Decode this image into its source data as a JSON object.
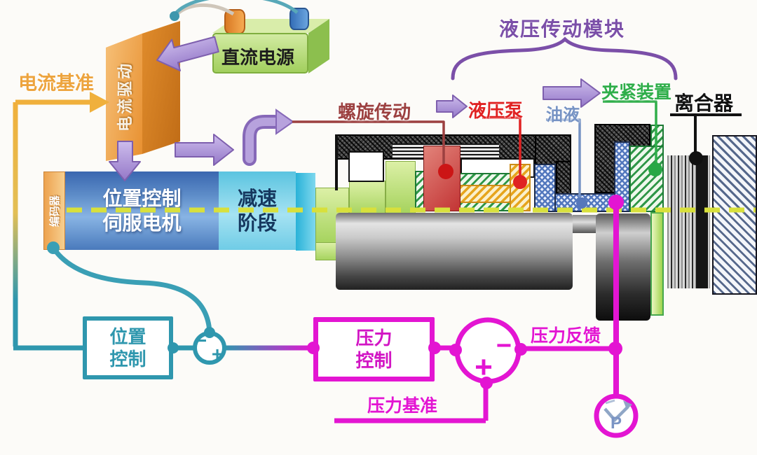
{
  "colors": {
    "teal": "#2f97ae",
    "magenta": "#e315d2",
    "purple": "#7b4fa8",
    "purplearrow": "#8668b8",
    "orange": "#f0a43a",
    "green": "#2fae4a",
    "red": "#e02222",
    "maroon": "#9c4040",
    "steelblue": "#7693c4",
    "navy": "#15375e"
  },
  "labels": {
    "hydraulic_module": "液压传动模块",
    "current_reference": "电流基准",
    "current_driver": "电流驱动",
    "dc_power": "直流电源",
    "encoder": "编码器",
    "servo_line1": "位置控制",
    "servo_line2": "伺服电机",
    "reduction_line1": "减速",
    "reduction_line2": "阶段",
    "screw_drive": "螺旋传动",
    "hydraulic_pump": "液压泵",
    "oil": "油液",
    "clamping_device": "夹紧装置",
    "clutch": "离合器",
    "position_ctrl_line1": "位置",
    "position_ctrl_line2": "控制",
    "pressure_ctrl_line1": "压力",
    "pressure_ctrl_line2": "控制",
    "pressure_feedback": "压力反馈",
    "pressure_reference": "压力基准",
    "sensor_letter": "P",
    "minus_sign": "−",
    "plus_sign": "+"
  }
}
